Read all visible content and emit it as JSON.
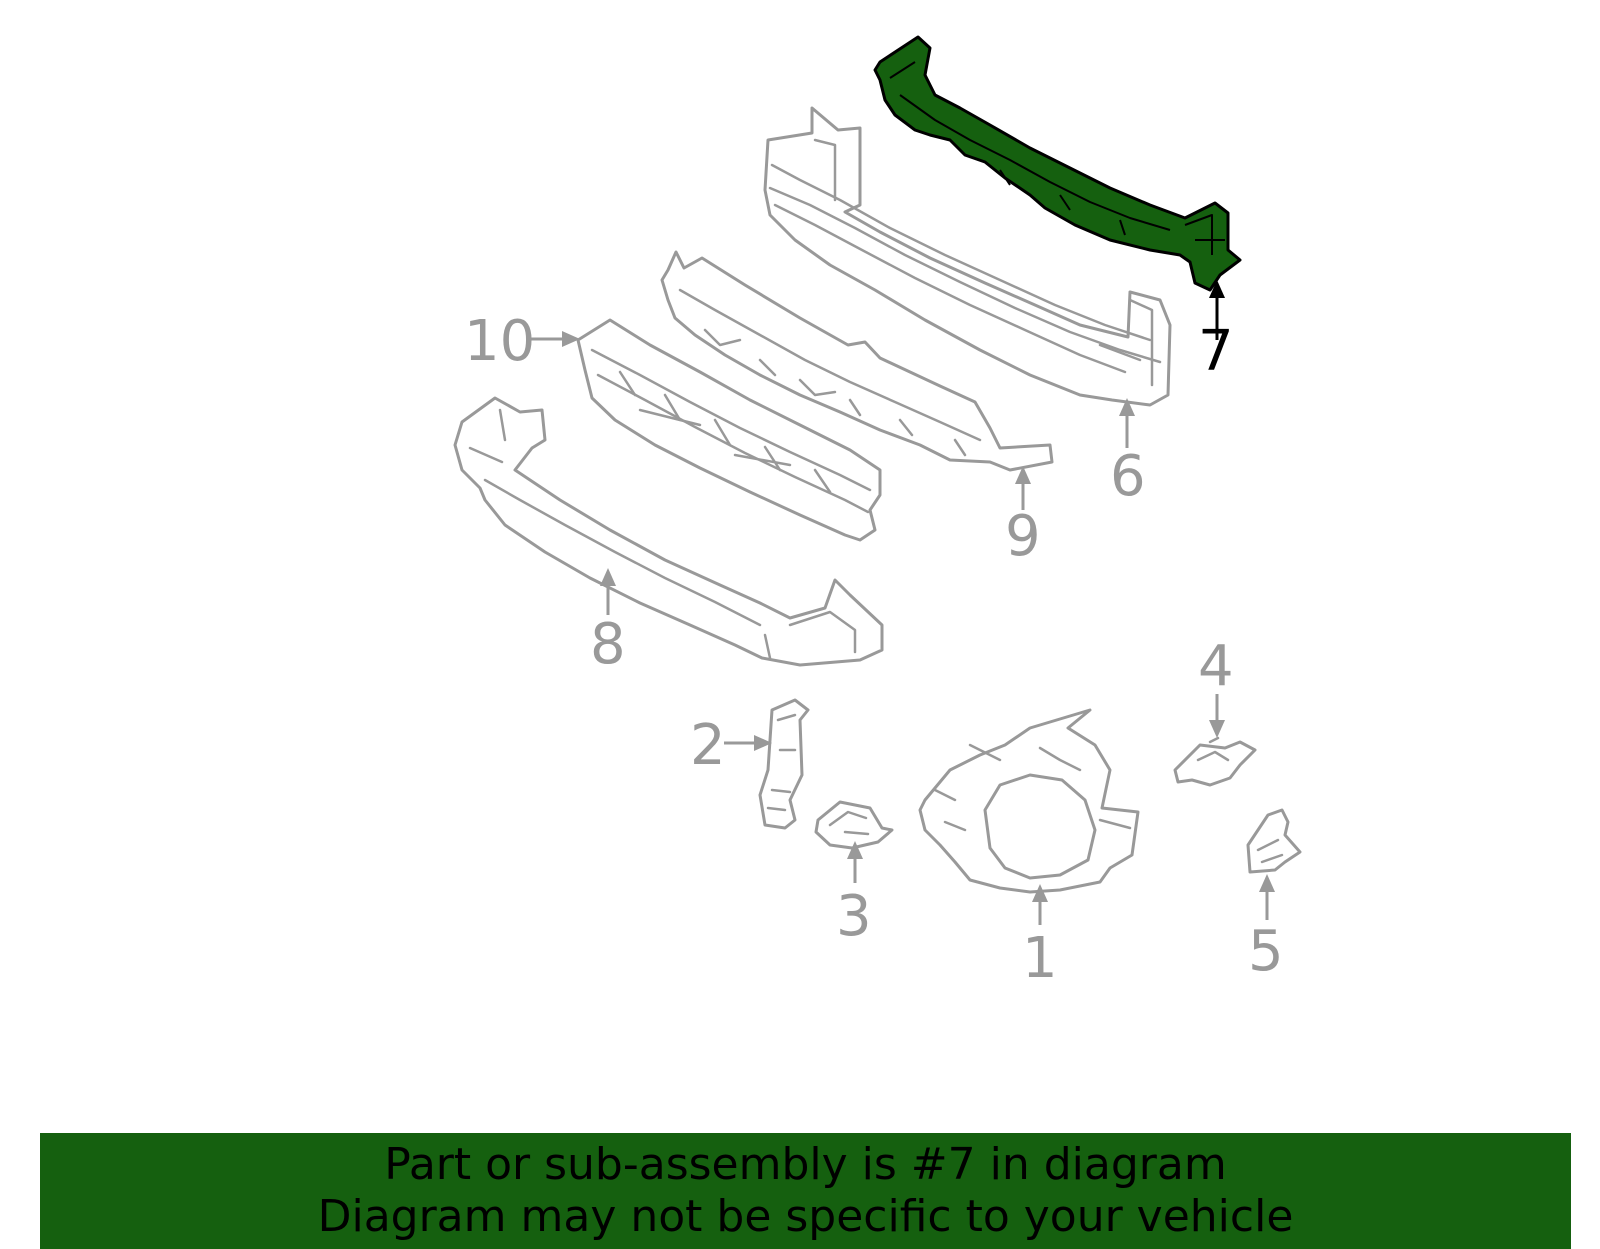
{
  "diagram": {
    "callouts": [
      {
        "id": "1",
        "label": "1"
      },
      {
        "id": "2",
        "label": "2"
      },
      {
        "id": "3",
        "label": "3"
      },
      {
        "id": "4",
        "label": "4"
      },
      {
        "id": "5",
        "label": "5"
      },
      {
        "id": "6",
        "label": "6"
      },
      {
        "id": "7",
        "label": "7"
      },
      {
        "id": "8",
        "label": "8"
      },
      {
        "id": "9",
        "label": "9"
      },
      {
        "id": "10",
        "label": "10"
      }
    ],
    "highlighted_part": "7",
    "colors": {
      "highlight_fill": "#15600f",
      "part_stroke": "#999999",
      "highlight_stroke": "#000000",
      "banner_background": "#15600f"
    }
  },
  "banner": {
    "line1": "Part or sub-assembly is #7 in diagram",
    "line2": "Diagram may not be specific to your vehicle"
  }
}
